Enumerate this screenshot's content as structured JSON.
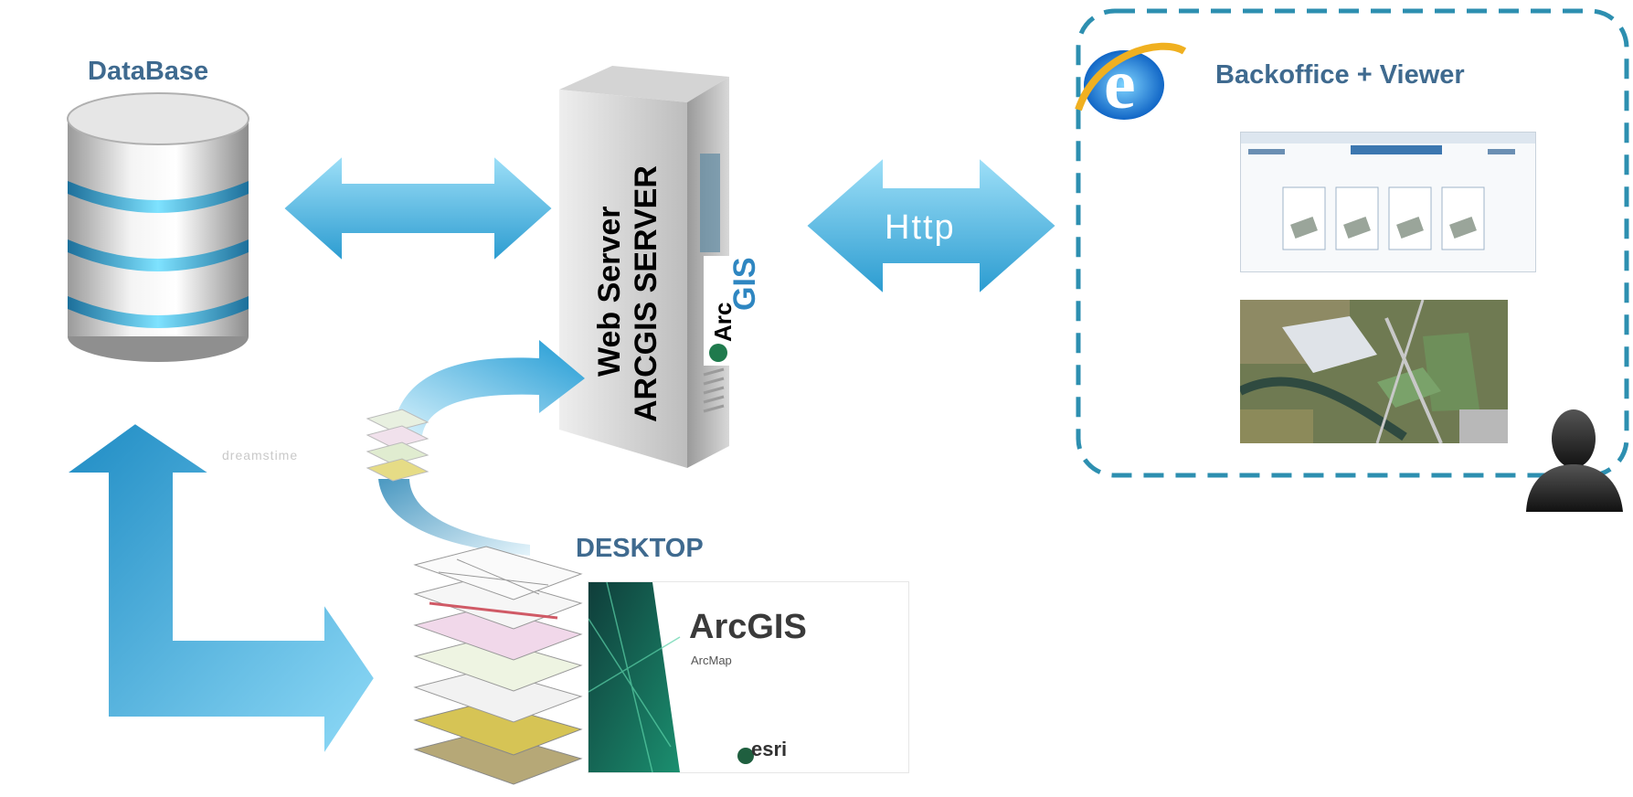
{
  "labels": {
    "database": "DataBase",
    "desktop": "DESKTOP",
    "backoffice_viewer": "Backoffice + Viewer",
    "http": "Http",
    "web_server": "Web Server",
    "arcgis_server": "ARCGIS SERVER"
  },
  "server_logo": {
    "arc": "Arc",
    "gis": "GIS"
  },
  "arcgis_splash": {
    "title": "ArcGIS",
    "product": "ArcMap",
    "esri": "esri"
  },
  "watermark": "dreamstime",
  "colors": {
    "arrow_light": "#8fd8f5",
    "arrow_dark": "#2a9bd0",
    "label": "#3f6a8f",
    "dashed_border": "#2d8fb0"
  },
  "icons": [
    "database-icon",
    "server-icon",
    "internet-explorer-icon",
    "user-icon",
    "layers-icon"
  ]
}
